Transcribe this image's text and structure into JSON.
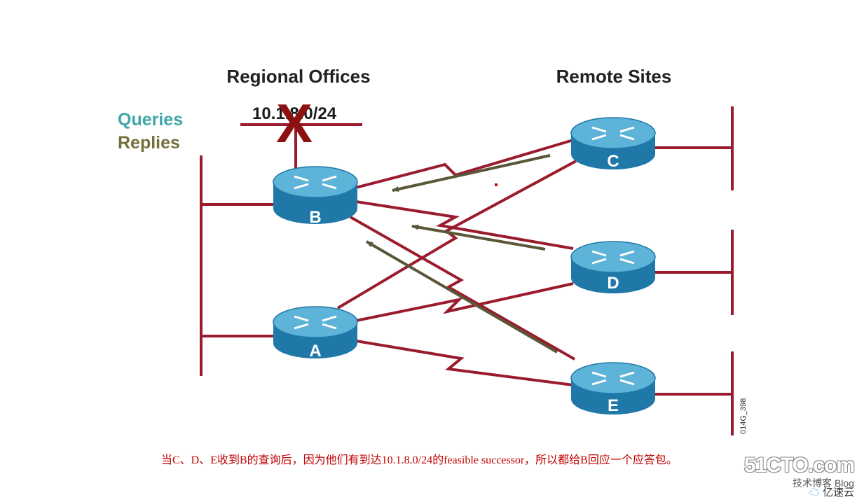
{
  "headings": {
    "left": "Regional Offices",
    "right": "Remote Sites"
  },
  "legend": {
    "queries": "Queries",
    "replies": "Replies"
  },
  "network": {
    "label": "10.1.8.0/24",
    "failed_marker": "X"
  },
  "routers": {
    "a": {
      "label": "A"
    },
    "b": {
      "label": "B"
    },
    "c": {
      "label": "C"
    },
    "d": {
      "label": "D"
    },
    "e": {
      "label": "E"
    }
  },
  "figure_code": "014G_398",
  "caption": "当C、D、E收到B的查询后，因为他们有到达10.1.8.0/24的feasible successor，所以都给B回应一个应答包。",
  "watermark": {
    "main": "51CTO.com",
    "sub": "技术博客  Blog",
    "secondary": "亿速云"
  },
  "colors": {
    "link": "#9b1b2e",
    "queries": "#3fa7a7",
    "replies": "#74703e",
    "router_top": "#5db3d8",
    "router_side": "#1f78a8",
    "caption": "#c00000"
  }
}
